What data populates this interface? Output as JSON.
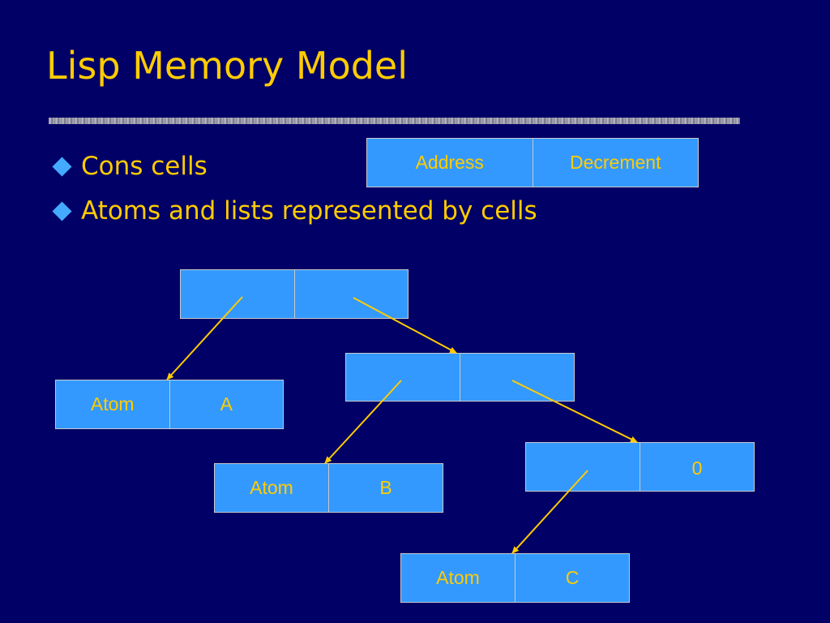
{
  "slide": {
    "title": "Lisp Memory Model",
    "bullets": [
      "Cons cells",
      "Atoms and lists represented by cells"
    ]
  },
  "legend_cell": {
    "address": "Address",
    "decrement": "Decrement"
  },
  "cells": [
    {
      "id": "root",
      "address": "",
      "decrement": ""
    },
    {
      "id": "atom-a",
      "address": "Atom",
      "decrement": "A"
    },
    {
      "id": "second",
      "address": "",
      "decrement": ""
    },
    {
      "id": "atom-b",
      "address": "Atom",
      "decrement": "B"
    },
    {
      "id": "third",
      "address": "",
      "decrement": "0"
    },
    {
      "id": "atom-c",
      "address": "Atom",
      "decrement": "C"
    }
  ],
  "colors": {
    "background": "#000066",
    "text": "#ffcc00",
    "cell": "#3399ff",
    "arrow": "#ffcc00"
  }
}
